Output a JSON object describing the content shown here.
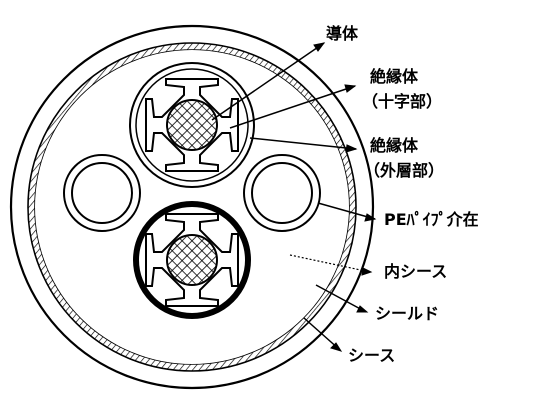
{
  "labels": {
    "conductor": "導体",
    "insulation_cross": "絶縁体",
    "insulation_cross_sub": "（十字部）",
    "insulation_outer": "絶縁体",
    "insulation_outer_sub": "（外層部）",
    "pe_pipe": "PEﾊﾟｲﾌﾟ介在",
    "inner_sheath": "内シース",
    "shield": "シールド",
    "sheath": "シース"
  }
}
